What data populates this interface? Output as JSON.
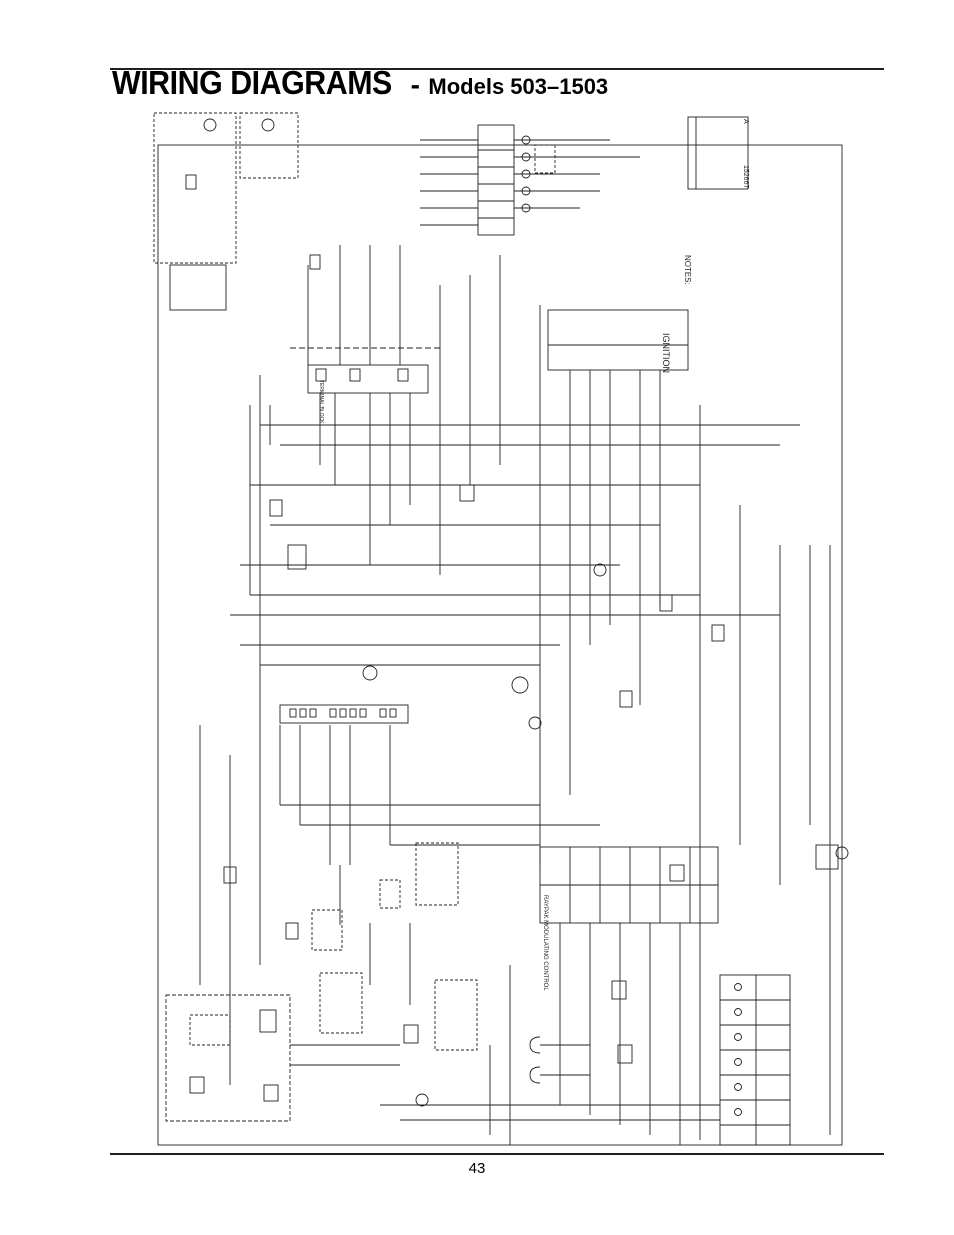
{
  "page": {
    "title_main": "WIRING DIAGRAMS",
    "title_separator": "-",
    "title_sub": "Models 503–1503",
    "page_number": "43"
  },
  "diagram": {
    "notes_heading": "NOTES:",
    "ignition_label": "IGNITION",
    "modulating_control_label": "RAYPAK MODULATING CONTROL",
    "terminal_block_label": "TERMINAL BLOCK",
    "drawing_number": "152667",
    "revision": "A"
  },
  "colors": {
    "ink": "#231f20",
    "background": "#ffffff"
  }
}
